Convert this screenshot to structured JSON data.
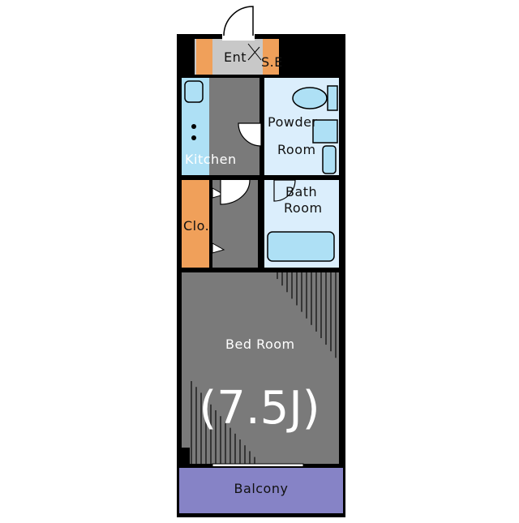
{
  "rooms": {
    "entrance": "Ent",
    "shoe_storage": "S.E",
    "kitchen": "Kitchen",
    "powder_room_line1": "Powder",
    "powder_room_line2": "Room",
    "bath_room_line1": "Bath",
    "bath_room_line2": "Room",
    "closet": "Clo.",
    "bed_room": "Bed Room",
    "bed_room_size": "(7.5J)",
    "balcony": "Balcony"
  },
  "colors": {
    "floor": "#7a7a7a",
    "wet_area": "#dbeefc",
    "fixture": "#aee0f5",
    "storage": "#f0a05a",
    "balcony": "#8683c6",
    "wall": "#000000"
  }
}
